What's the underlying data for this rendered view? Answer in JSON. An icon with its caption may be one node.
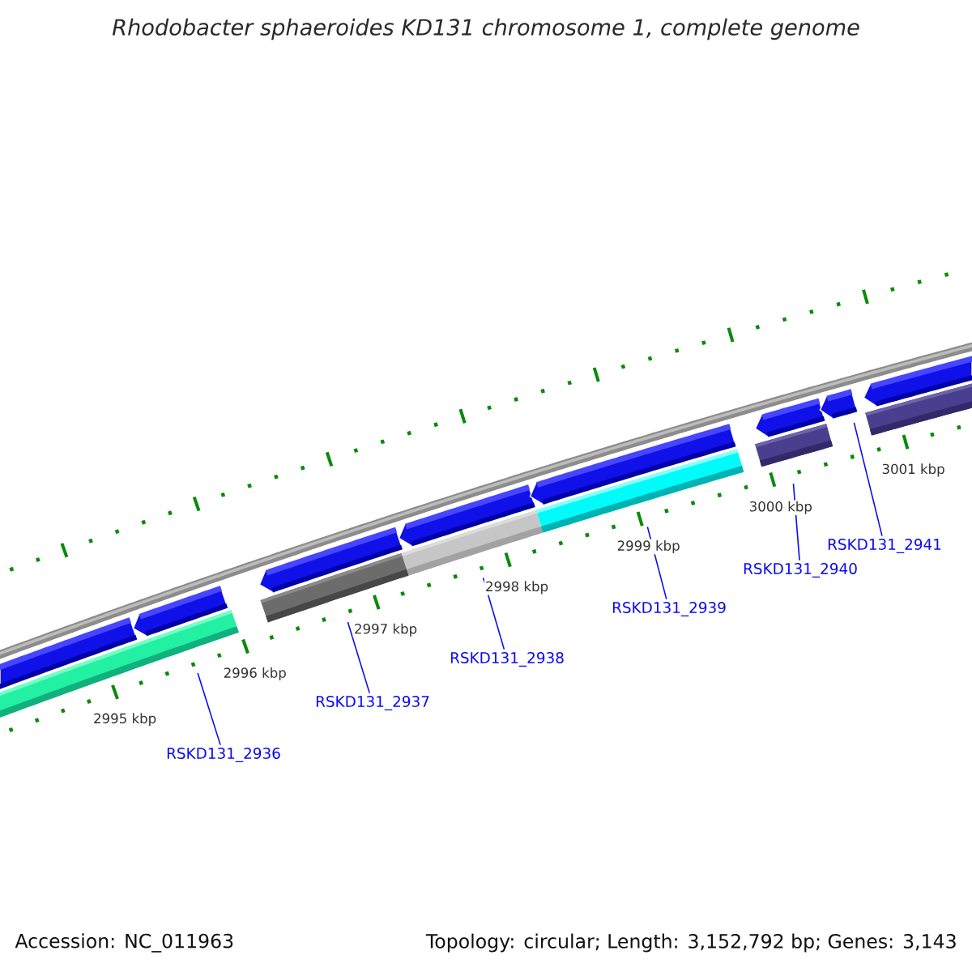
{
  "diagram": {
    "title": "Rhodobacter sphaeroides KD131 chromosome 1, complete genome",
    "nodes": [
      {
        "text": [],
        "shape": "bar"
      },
      {
        "text": [],
        "shape": "bar"
      },
      {
        "text": [],
        "shape": "bar"
      },
      {
        "text": [],
        "shape": "bar"
      },
      {
        "text": [],
        "shape": "bar"
      },
      {
        "text": [],
        "shape": "bar"
      },
      {
        "text": [],
        "shape": "bar"
      },
      {
        "text": [],
        "shape": "bar"
      },
      {
        "text": [
          "RSKD131_2936"
        ]
      },
      {
        "text": [
          "RSKD131_2937"
        ]
      },
      {
        "text": [
          "RSKD131_2938"
        ]
      },
      {
        "text": [
          "RSKD131_2939"
        ]
      },
      {
        "text": [
          "RSKD131_2940"
        ]
      },
      {
        "text": [
          "RSKD131_2941"
        ]
      }
    ],
    "edges": [
      {
        "from": 8,
        "to": 1,
        "arrow": "none"
      },
      {
        "from": 9,
        "to": 2,
        "arrow": "none"
      },
      {
        "from": 10,
        "to": 3,
        "arrow": "none"
      },
      {
        "from": 11,
        "to": 4,
        "arrow": "none"
      },
      {
        "from": 12,
        "to": 5,
        "arrow": "none"
      },
      {
        "from": 13,
        "to": 6,
        "arrow": "none"
      }
    ],
    "labels": [
      "2995 kbp",
      "2996 kbp",
      "2997 kbp",
      "2998 kbp",
      "2999 kbp",
      "3000 kbp",
      "3001 kbp",
      "Accession: NC_011963",
      "Topology: circular; Length: 3,152,792 bp; Genes: 3,143"
    ]
  }
}
